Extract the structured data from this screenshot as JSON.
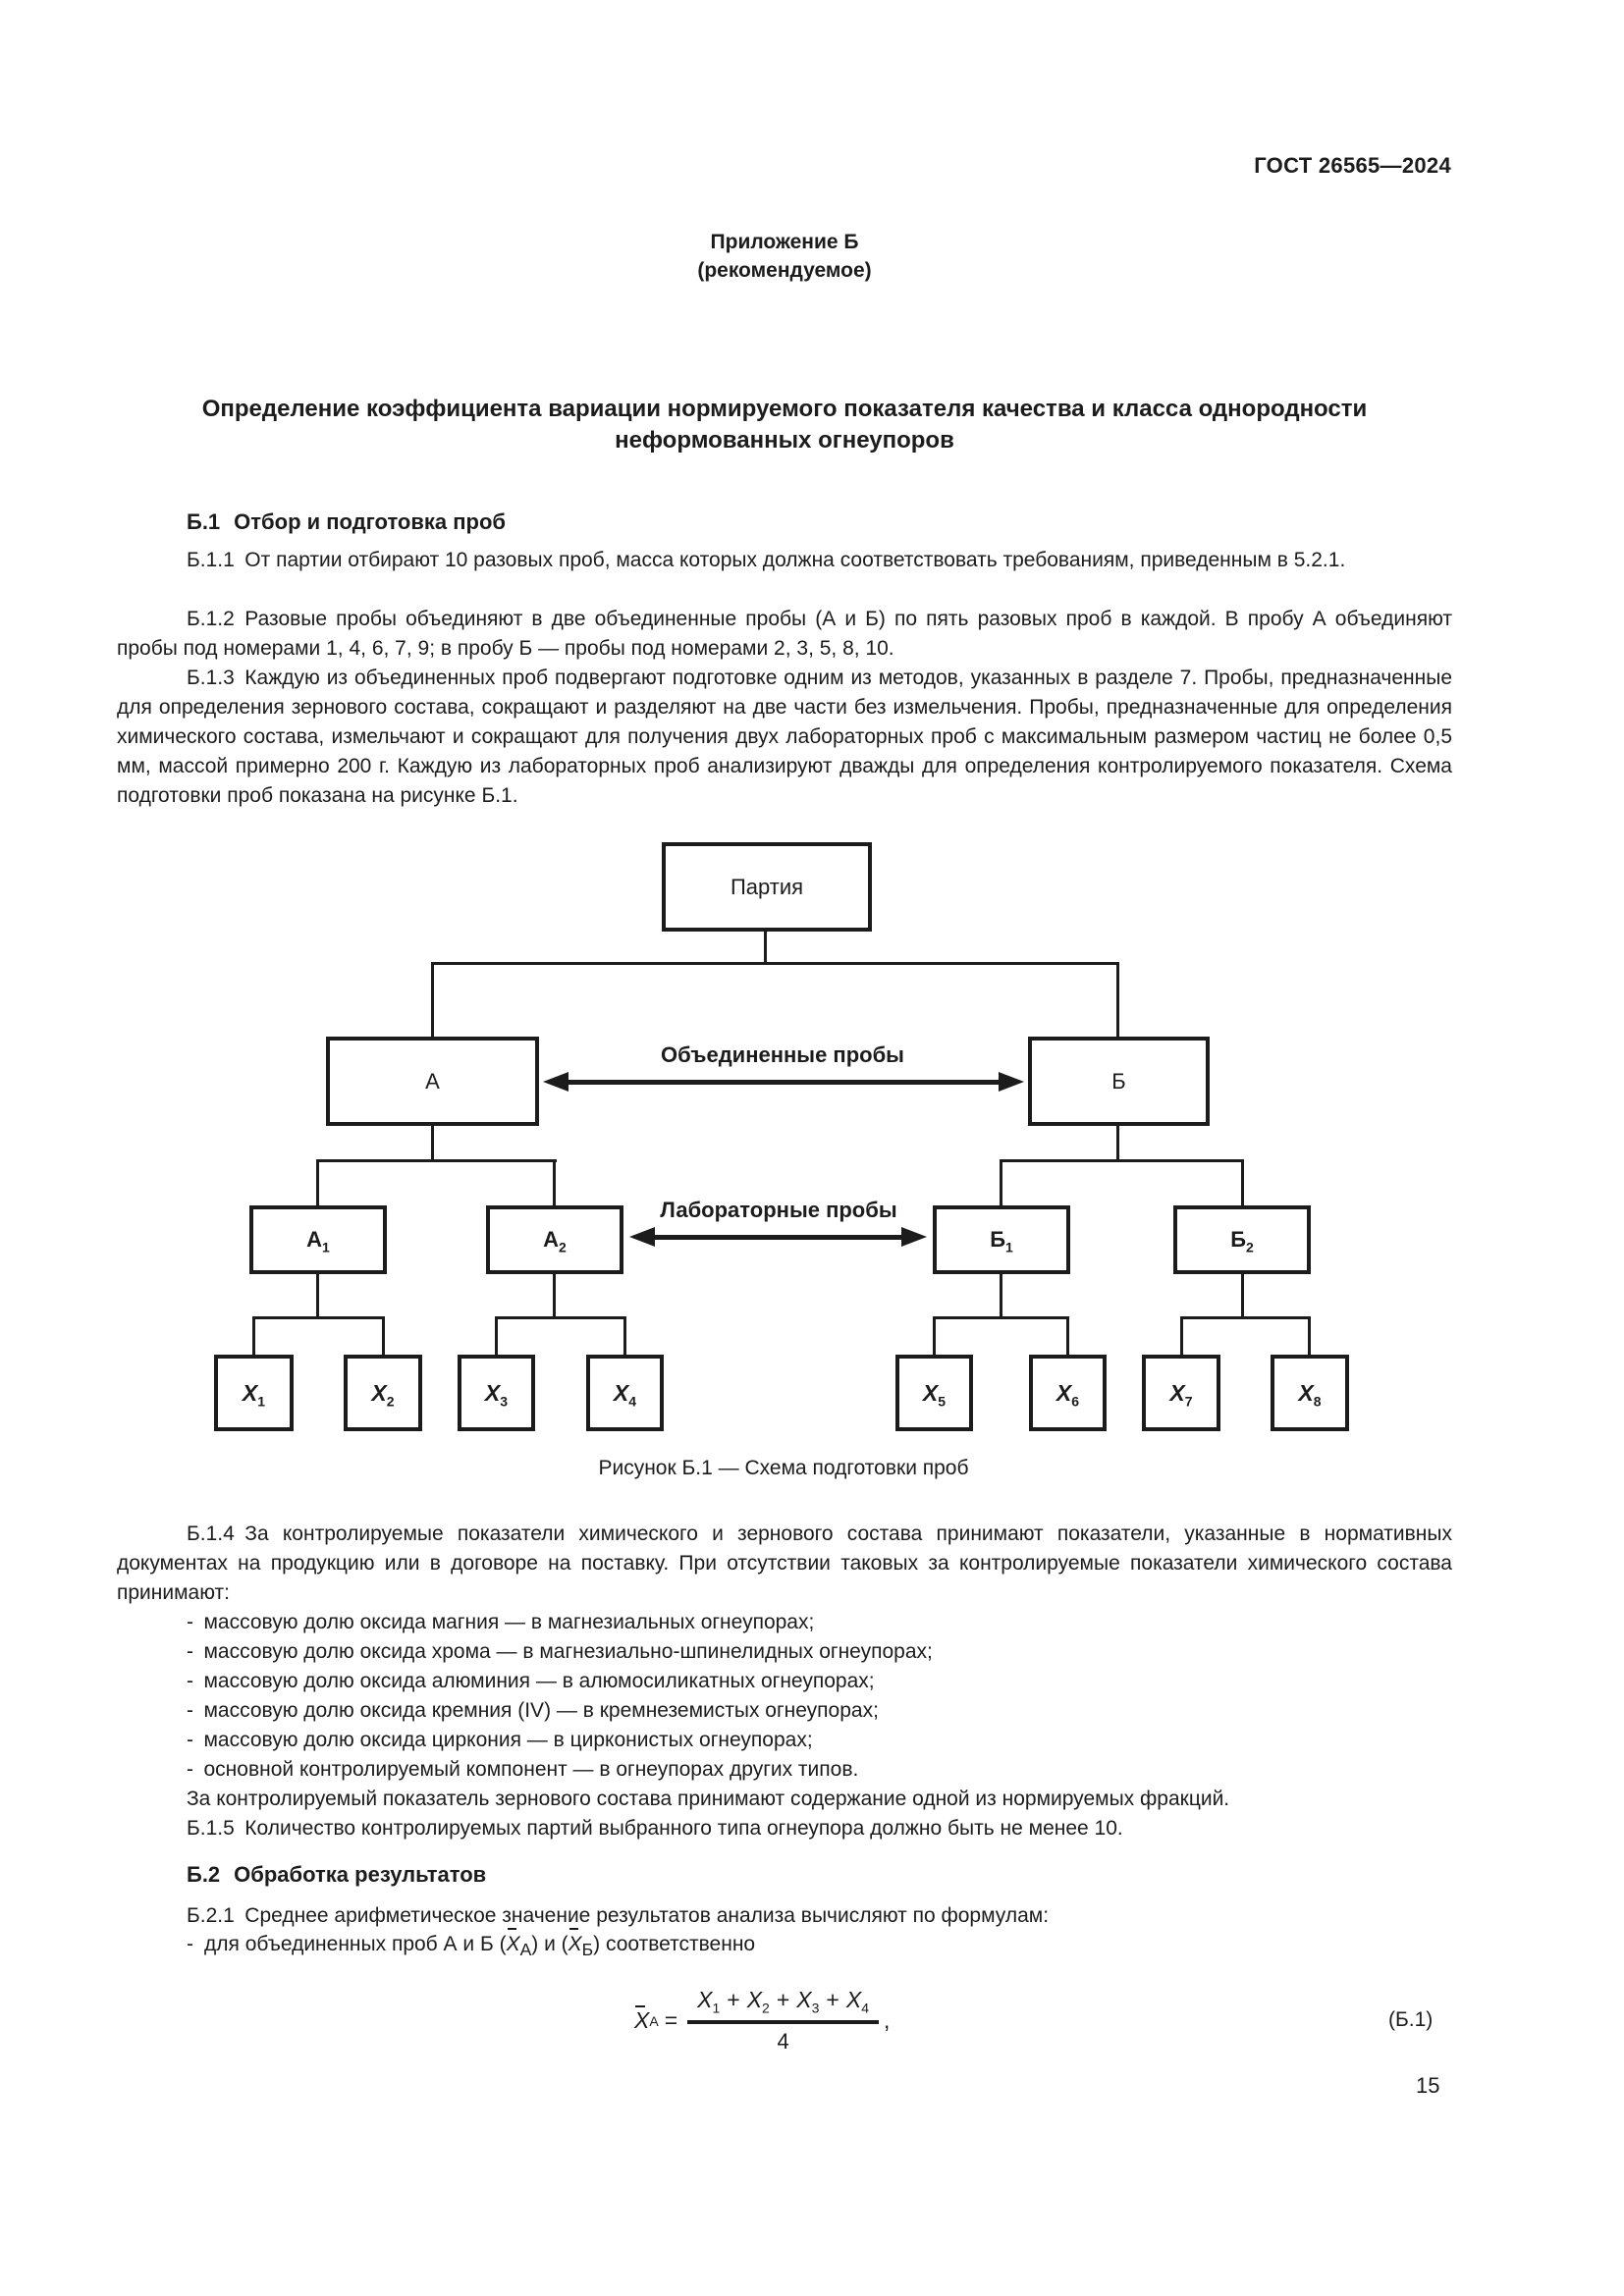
{
  "header": {
    "doc_number": "ГОСТ 26565—2024"
  },
  "appendix": {
    "label": "Приложение Б",
    "note": "(рекомендуемое)"
  },
  "title": "Определение коэффициента вариации нормируемого показателя качества и класса однородности неформованных огнеупоров",
  "s_b1": {
    "num": "Б.1",
    "title": "Отбор и подготовка проб"
  },
  "p_b11": "Б.1.1 От партии отбирают 10 разовых проб, масса которых должна соответствовать требованиям, приведенным в 5.2.1.",
  "p_b12": "Б.1.2 Разовые пробы объединяют в две объединенные пробы (А и Б) по пять разовых проб в каждой. В пробу А объединяют пробы под номерами 1, 4, 6, 7, 9; в пробу Б — пробы под номерами 2, 3, 5, 8, 10.",
  "p_b13": "Б.1.3 Каждую из объединенных проб подвергают подготовке одним из методов, указанных в разделе 7. Пробы, предназначенные для определения зернового состава, сокращают и разделяют на две части без измельчения. Пробы, предназначенные для определения химического состава, измельчают и сокращают для получения двух лабораторных проб с максимальным размером частиц не более 0,5 мм, массой примерно 200 г. Каждую из лабораторных проб анализируют дважды для определения контролируемого показателя. Схема подготовки проб показана на рисунке Б.1.",
  "diagram": {
    "party": "Партия",
    "combined_samples_label": "Объединенные пробы",
    "lab_samples_label": "Лабораторные пробы",
    "box_a": "А",
    "box_b": "Б",
    "sub_boxes": [
      {
        "base": "А",
        "sub": "1"
      },
      {
        "base": "А",
        "sub": "2"
      },
      {
        "base": "Б",
        "sub": "1"
      },
      {
        "base": "Б",
        "sub": "2"
      }
    ],
    "x_boxes": [
      {
        "base": "X",
        "sub": "1"
      },
      {
        "base": "X",
        "sub": "2"
      },
      {
        "base": "X",
        "sub": "3"
      },
      {
        "base": "X",
        "sub": "4"
      },
      {
        "base": "X",
        "sub": "5"
      },
      {
        "base": "X",
        "sub": "6"
      },
      {
        "base": "X",
        "sub": "7"
      },
      {
        "base": "X",
        "sub": "8"
      }
    ],
    "caption": "Рисунок Б.1 — Схема подготовки проб"
  },
  "p_b14": "Б.1.4 За контролируемые показатели химического и зернового состава принимают показатели, указанные в нормативных документах на продукцию или в договоре на поставку. При отсутствии таковых за контролируемые показатели химического состава принимают:",
  "b14_items": [
    "- массовую долю оксида магния — в магнезиальных огнеупорах;",
    "- массовую долю оксида хрома — в магнезиально-шпинелидных огнеупорах;",
    "- массовую долю оксида алюминия — в алюмосиликатных огнеупорах;",
    "- массовую долю оксида кремния (IV) — в кремнеземистых огнеупорах;",
    "- массовую долю оксида циркония — в цирконистых огнеупорах;",
    "- основной контролируемый компонент — в огнеупорах других типов."
  ],
  "p_after_list": "За контролируемый показатель зернового состава принимают содержание одной из нормируемых фракций.",
  "p_b15": "Б.1.5 Количество контролируемых партий выбранного типа огнеупора должно быть не менее 10.",
  "s_b2": {
    "num": "Б.2",
    "title": "Обработка результатов"
  },
  "p_b21": "Б.2.1 Среднее арифметическое значение результатов анализа вычисляют по формулам:",
  "b21_item": {
    "dash": "-",
    "pre": "для объединенных проб А и Б (",
    "x": "X",
    "sub_a": "А",
    "mid": ") и (",
    "sub_b": "Б",
    "post": ") соответственно"
  },
  "formula": {
    "x": "X",
    "lhs_sub": "А",
    "eq": "=",
    "plus": "+",
    "n1": "1",
    "n2": "2",
    "n3": "3",
    "n4": "4",
    "den": "4",
    "comma": ",",
    "number": "(Б.1)"
  },
  "footer": {
    "page_number": "15"
  }
}
